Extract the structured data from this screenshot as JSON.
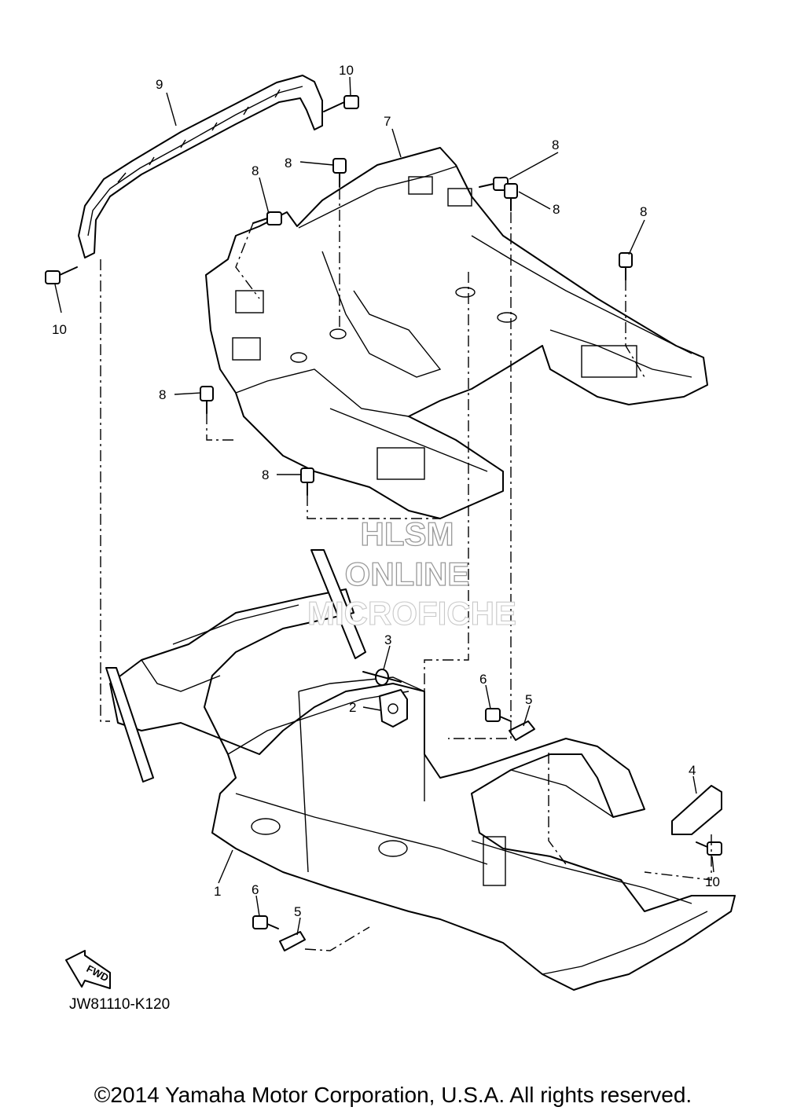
{
  "callouts": {
    "c1": "1",
    "c2": "2",
    "c3": "3",
    "c4": "4",
    "c5a": "5",
    "c5b": "5",
    "c6a": "6",
    "c6b": "6",
    "c7": "7",
    "c8a": "8",
    "c8b": "8",
    "c8c": "8",
    "c8d": "8",
    "c8e": "8",
    "c8f": "8",
    "c8g": "8",
    "c9": "9",
    "c10a": "10",
    "c10b": "10",
    "c10c": "10"
  },
  "fwd_label": "FWD",
  "watermark": {
    "line1": "HLSM",
    "line2": "ONLINE",
    "line3": "MICROFICHE"
  },
  "diagram_code": "JW81110-K120",
  "copyright": "©2014 Yamaha Motor Corporation, U.S.A. All rights reserved."
}
